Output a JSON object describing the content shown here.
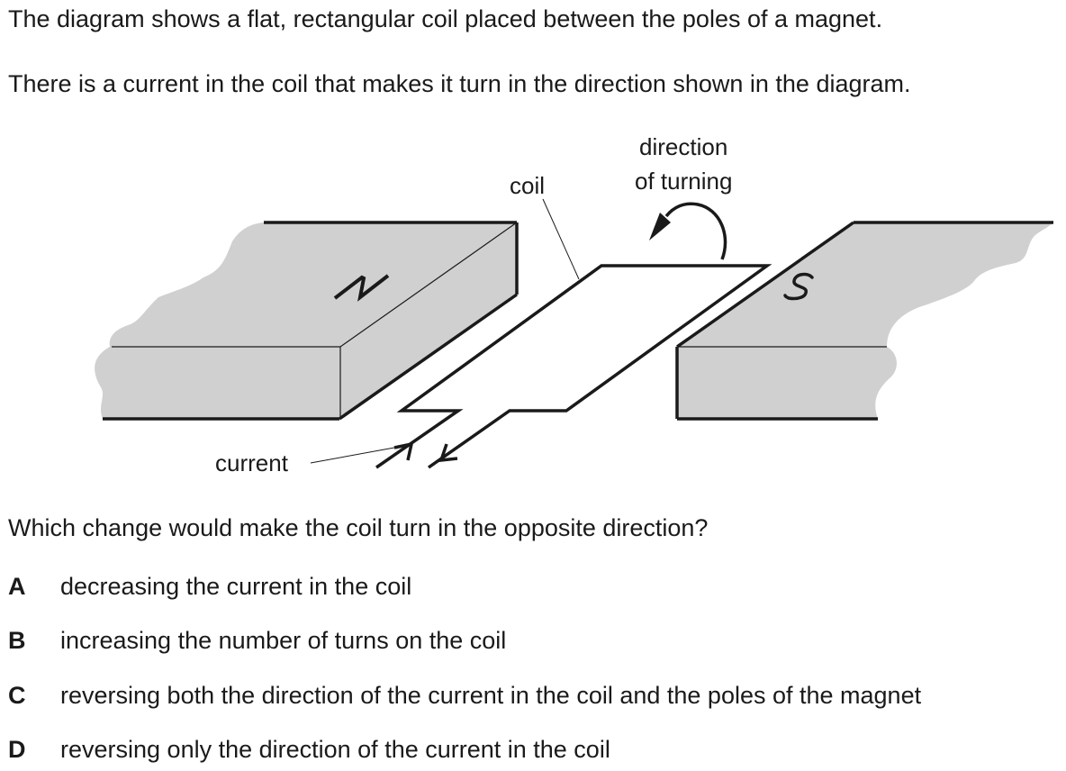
{
  "intro": [
    "The diagram shows a flat, rectangular coil placed between the poles of a magnet.",
    "There is a current in the coil that makes it turn in the direction shown in the diagram."
  ],
  "diagram": {
    "labels": {
      "coil": "coil",
      "direction_line1": "direction",
      "direction_line2": "of turning",
      "current": "current",
      "north_pole": "N",
      "south_pole": "S"
    },
    "colors": {
      "magnet_fill": "#d0d0d0",
      "ink": "#1a1a1a"
    }
  },
  "question": "Which change would make the coil turn in the opposite direction?",
  "options": [
    {
      "letter": "A",
      "text": "decreasing the current in the coil"
    },
    {
      "letter": "B",
      "text": "increasing the number of turns on the coil"
    },
    {
      "letter": "C",
      "text": "reversing both the direction of the current in the coil and the poles of the magnet"
    },
    {
      "letter": "D",
      "text": "reversing only the direction of the current in the coil"
    }
  ]
}
